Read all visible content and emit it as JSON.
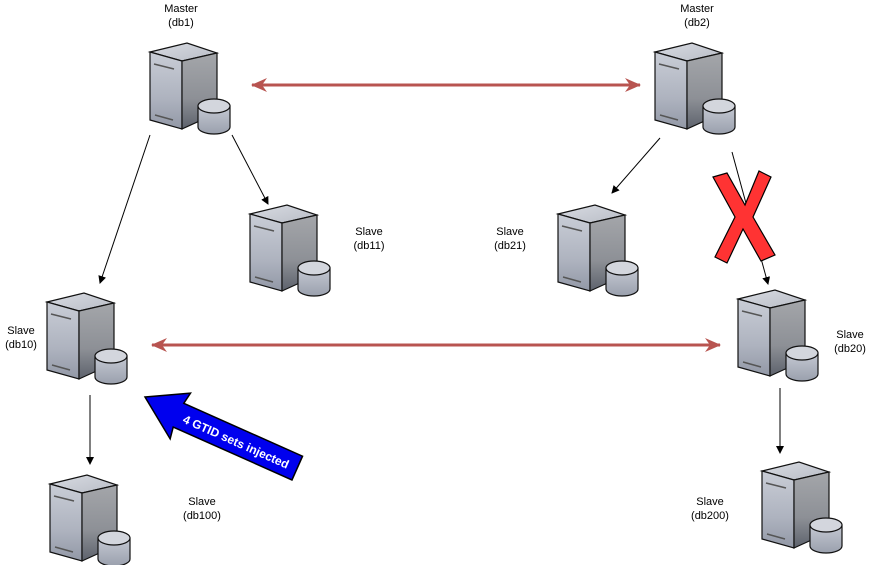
{
  "nodes": [
    {
      "id": "db1",
      "role": "Master",
      "name": "(db1)"
    },
    {
      "id": "db2",
      "role": "Master",
      "name": "(db2)"
    },
    {
      "id": "db11",
      "role": "Slave",
      "name": "(db11)"
    },
    {
      "id": "db21",
      "role": "Slave",
      "name": "(db21)"
    },
    {
      "id": "db10",
      "role": "Slave",
      "name": "(db10)"
    },
    {
      "id": "db20",
      "role": "Slave",
      "name": "(db20)"
    },
    {
      "id": "db100",
      "role": "Slave",
      "name": "(db100)"
    },
    {
      "id": "db200",
      "role": "Slave",
      "name": "(db200)"
    }
  ],
  "edges": [
    {
      "from": "db1",
      "to": "db2",
      "type": "bidirectional"
    },
    {
      "from": "db10",
      "to": "db20",
      "type": "bidirectional"
    },
    {
      "from": "db1",
      "to": "db10",
      "type": "replication"
    },
    {
      "from": "db1",
      "to": "db11",
      "type": "replication"
    },
    {
      "from": "db2",
      "to": "db21",
      "type": "replication"
    },
    {
      "from": "db2",
      "to": "db20",
      "type": "replication",
      "broken": true
    },
    {
      "from": "db10",
      "to": "db100",
      "type": "replication"
    },
    {
      "from": "db20",
      "to": "db200",
      "type": "replication"
    }
  ],
  "annotation": {
    "text": "4 GTID sets injected",
    "target": "db10"
  },
  "colors": {
    "bidirectional": "#b85450",
    "broken": "#ff3333",
    "annotation": "#0000ee"
  },
  "icons": {
    "server": "server-database-icon",
    "broken": "x-mark-icon"
  }
}
